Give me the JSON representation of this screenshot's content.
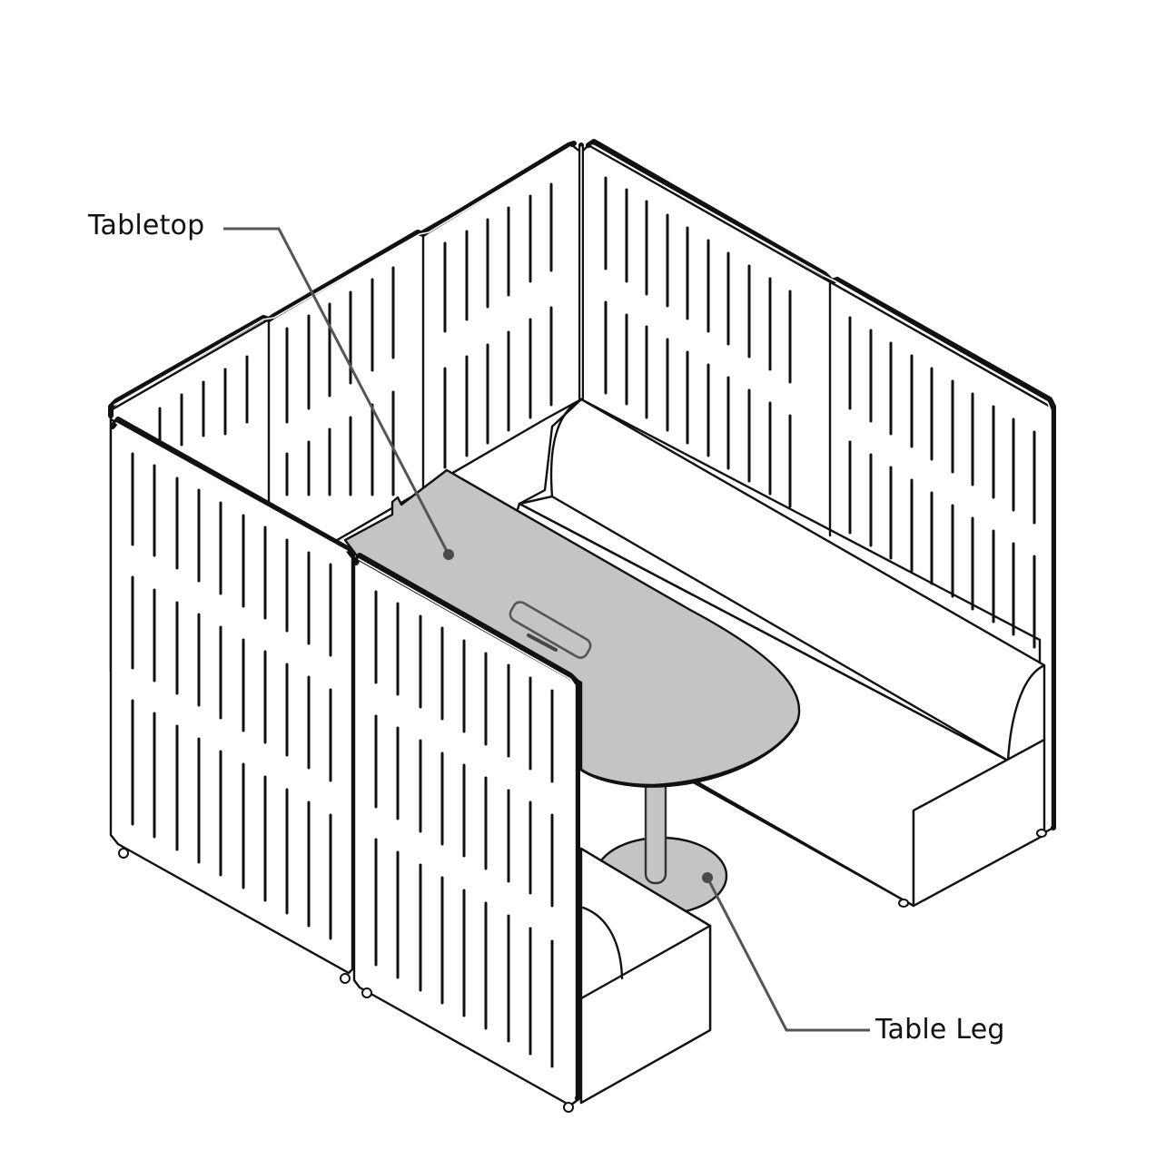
{
  "diagram": {
    "type": "isometric product diagram",
    "subject": "enclosed booth with bench seating and pedestal table",
    "colors": {
      "background": "#ffffff",
      "outline": "#111111",
      "highlight_fill": "#c4c4c4",
      "leader_line": "#555555"
    }
  },
  "callouts": [
    {
      "id": "tabletop",
      "label": "Tabletop",
      "target": "gray table surface"
    },
    {
      "id": "table-leg",
      "label": "Table Leg",
      "target": "pedestal base and column"
    }
  ]
}
